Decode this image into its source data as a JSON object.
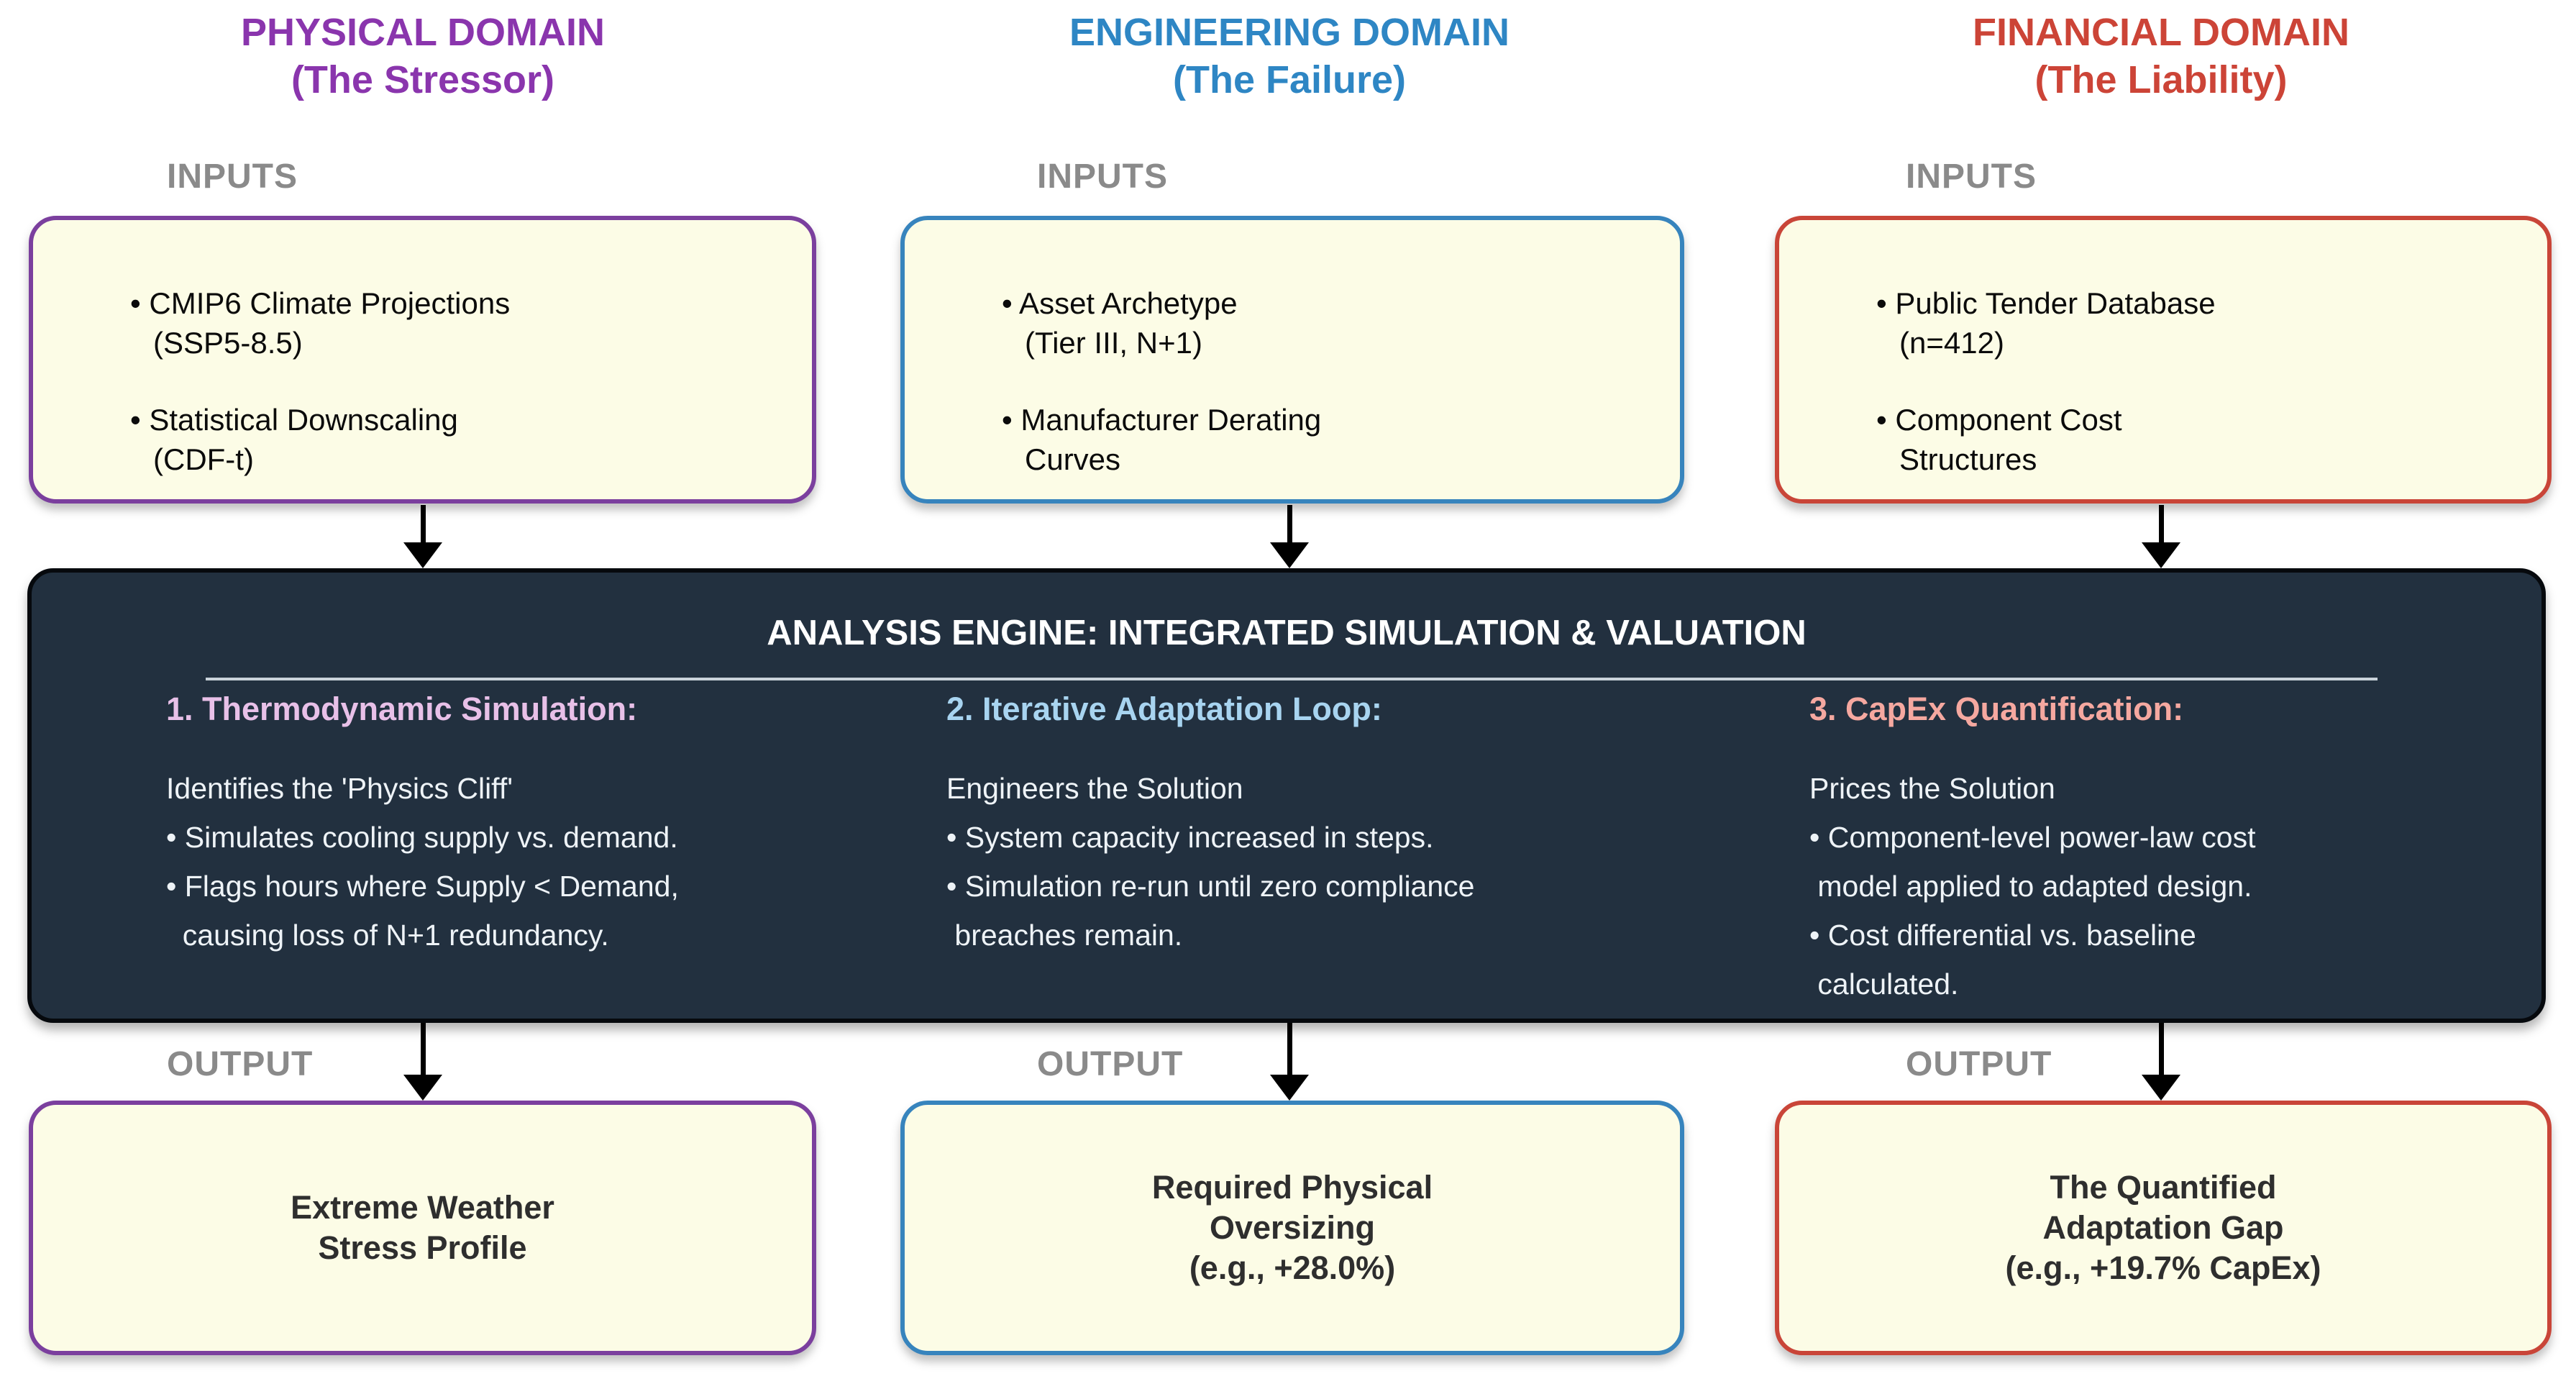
{
  "columns": [
    {
      "title_line1": "PHYSICAL DOMAIN",
      "title_line2": "(The Stressor)",
      "accent_color": "#8A35AD",
      "border_color": "#7B3F9E",
      "box_fill": "#FCFCE6",
      "inputs_label": "INPUTS",
      "output_label": "OUTPUT",
      "input_items": [
        {
          "line1": "• CMIP6 Climate Projections",
          "line2": "(SSP5-8.5)"
        },
        {
          "line1": "• Statistical Downscaling",
          "line2": "(CDF-t)"
        }
      ],
      "output_lines": [
        "Extreme Weather",
        "Stress Profile"
      ]
    },
    {
      "title_line1": "ENGINEERING DOMAIN",
      "title_line2": "(The Failure)",
      "accent_color": "#2E86C4",
      "border_color": "#3784BD",
      "box_fill": "#FCFCE6",
      "inputs_label": "INPUTS",
      "output_label": "OUTPUT",
      "input_items": [
        {
          "line1": "• Asset Archetype",
          "line2": "(Tier III, N+1)"
        },
        {
          "line1": "• Manufacturer Derating",
          "line2": "Curves"
        }
      ],
      "output_lines": [
        "Required Physical",
        "Oversizing",
        "(e.g., +28.0%)"
      ]
    },
    {
      "title_line1": "FINANCIAL DOMAIN",
      "title_line2": "(The Liability)",
      "accent_color": "#CC4437",
      "border_color": "#C94538",
      "box_fill": "#FCFCE6",
      "inputs_label": "INPUTS",
      "output_label": "OUTPUT",
      "input_items": [
        {
          "line1": "• Public Tender Database",
          "line2": "(n=412)"
        },
        {
          "line1": "• Component Cost",
          "line2": "Structures"
        }
      ],
      "output_lines": [
        "The Quantified",
        "Adaptation Gap",
        "(e.g., +19.7% CapEx)"
      ]
    }
  ],
  "engine": {
    "title": "ANALYSIS ENGINE: INTEGRATED SIMULATION & VALUATION",
    "background_color": "#22303F",
    "sections": [
      {
        "heading": "1. Thermodynamic Simulation:",
        "heading_color": "#E8C0E8",
        "lines": [
          "Identifies the 'Physics Cliff'",
          "• Simulates cooling supply vs. demand.",
          "• Flags hours where Supply < Demand,",
          "  causing loss of N+1 redundancy."
        ]
      },
      {
        "heading": "2. Iterative Adaptation Loop:",
        "heading_color": "#A8D4F0",
        "lines": [
          "Engineers the Solution",
          "• System capacity increased in steps.",
          "• Simulation re-run until zero compliance",
          " breaches remain."
        ]
      },
      {
        "heading": "3. CapEx Quantification:",
        "heading_color": "#F5A8A0",
        "lines": [
          "Prices the Solution",
          "• Component-level power-law cost",
          " model applied to adapted design.",
          "• Cost differential vs. baseline",
          " calculated."
        ]
      }
    ]
  }
}
